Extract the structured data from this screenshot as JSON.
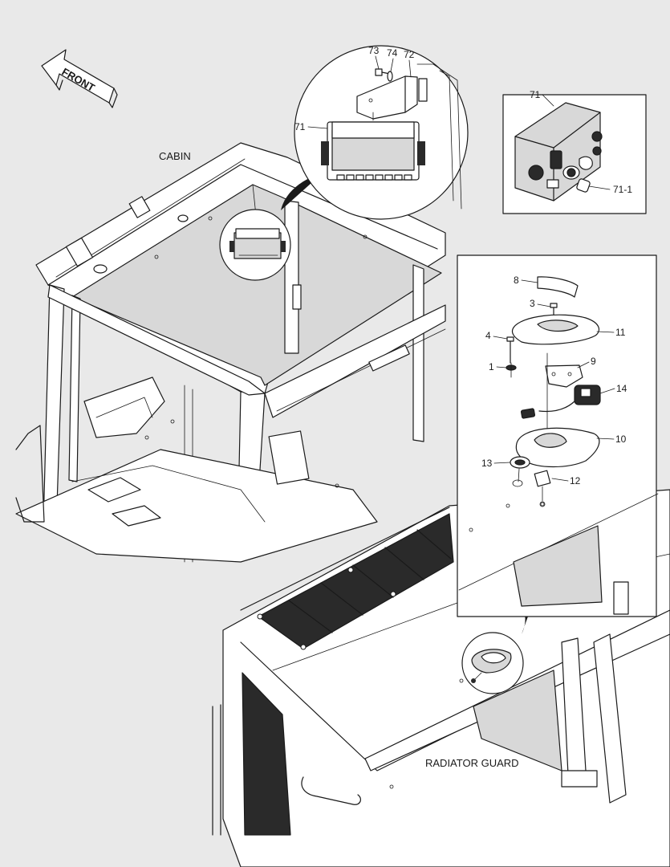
{
  "labels": {
    "front": "FRONT",
    "cabin": "CABIN",
    "radiator_guard": "RADIATOR GUARD"
  },
  "callouts": {
    "p73": "73",
    "p74": "74",
    "p72": "72",
    "p71_detail": "71",
    "p71_box": "71",
    "p71_1": "71-1",
    "p8": "8",
    "p3": "3",
    "p4": "4",
    "p11": "11",
    "p1": "1",
    "p9": "9",
    "p14": "14",
    "p10": "10",
    "p13": "13",
    "p12": "12"
  }
}
